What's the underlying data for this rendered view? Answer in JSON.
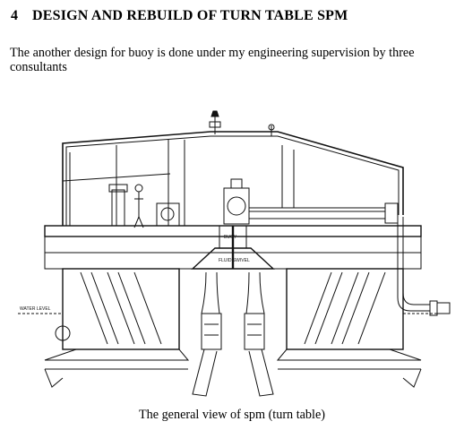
{
  "section": {
    "number": "4",
    "title": "DESIGN AND REBUILD OF TURN TABLE SPM"
  },
  "paragraph": "The another design for buoy is done under my engineering supervision by three consultants",
  "figure": {
    "caption": "The general view of spm (turn table)",
    "labels": {
      "buoy": "BUOY",
      "water_level": "WATER LEVEL",
      "fluid_swivel": "FLUID SWIVEL"
    }
  }
}
